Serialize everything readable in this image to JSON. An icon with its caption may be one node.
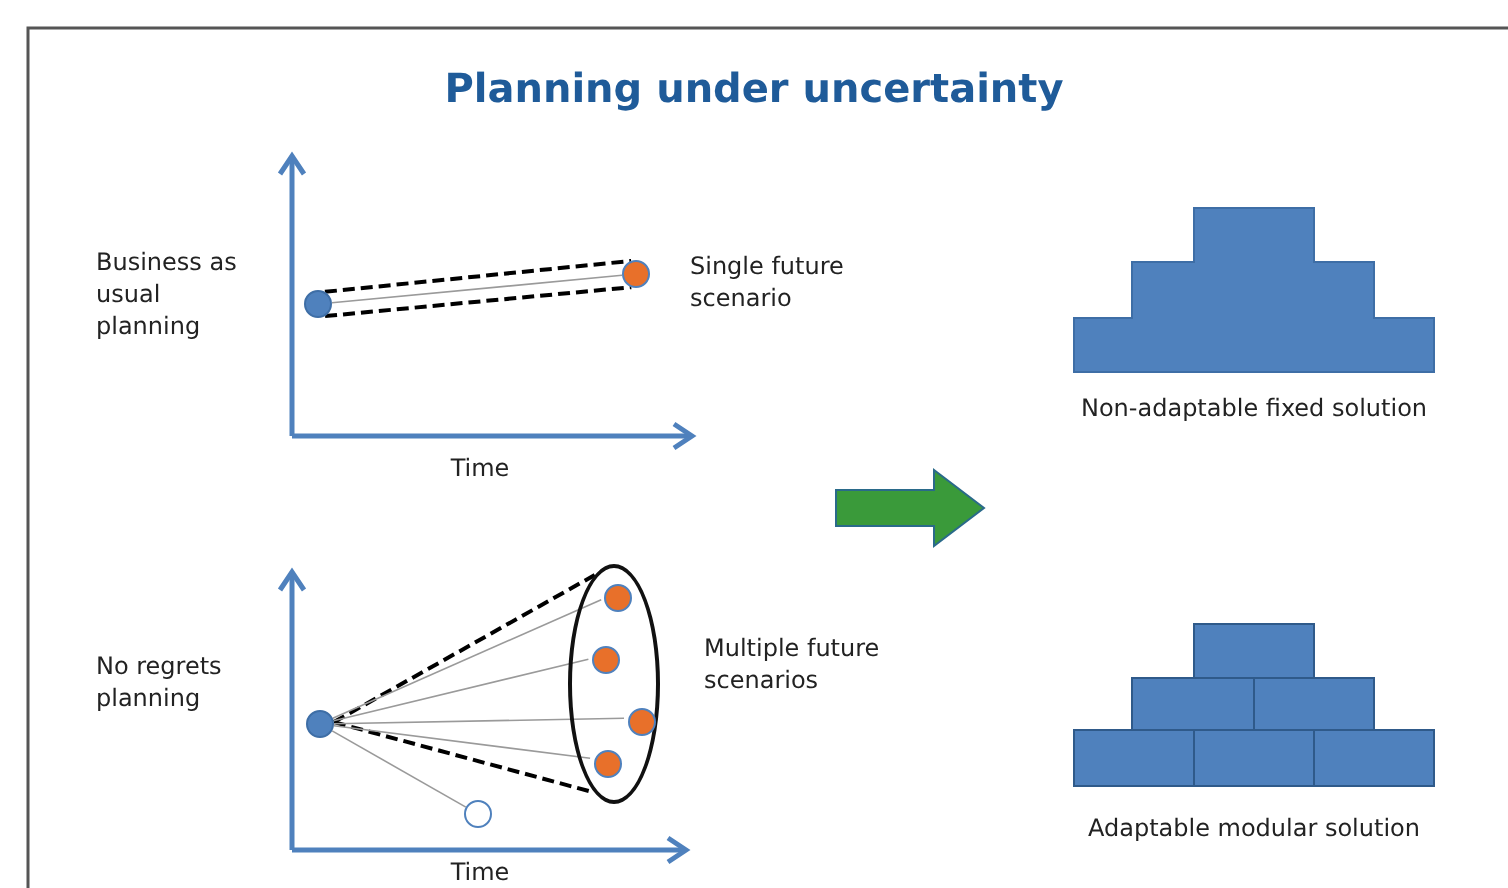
{
  "diagram": {
    "title": "Planning under uncertainty",
    "nodes": [
      {
        "text": [],
        "shape": "circle"
      },
      {
        "text": [],
        "shape": "circle"
      },
      {
        "text": [],
        "shape": "circle"
      },
      {
        "text": [],
        "shape": "ellipse"
      },
      {
        "text": [],
        "shape": "circle",
        "in": 3
      },
      {
        "text": [],
        "shape": "circle",
        "in": 3
      },
      {
        "text": [],
        "shape": "circle",
        "in": 3
      },
      {
        "text": [],
        "shape": "circle",
        "in": 3
      },
      {
        "text": [],
        "shape": "circle"
      }
    ],
    "edges": [
      {
        "from": 0,
        "to": 1,
        "arrow": "none",
        "style": "dashed",
        "color": "#000000"
      },
      {
        "from": 0,
        "to": 1,
        "arrow": "none",
        "style": "dashed",
        "color": "#000000"
      },
      {
        "from": 0,
        "to": 1,
        "arrow": "none"
      },
      {
        "from": 2,
        "to": 3,
        "arrow": "none",
        "style": "dashed",
        "color": "#000000"
      },
      {
        "from": 2,
        "to": 3,
        "arrow": "none",
        "style": "dashed",
        "color": "#000000"
      },
      {
        "from": 2,
        "to": 4,
        "arrow": "none"
      },
      {
        "from": 2,
        "to": 5,
        "arrow": "none"
      },
      {
        "from": 2,
        "to": 6,
        "arrow": "none"
      },
      {
        "from": 2,
        "to": 7,
        "arrow": "none"
      },
      {
        "from": 2,
        "to": 8,
        "arrow": "none"
      }
    ],
    "labels": [
      "Business as usual planning",
      "Single future scenario",
      "Time",
      "No regrets planning",
      "Multiple future scenarios",
      "Time",
      "Non-adaptable fixed solution",
      "Adaptable modular solution"
    ]
  }
}
